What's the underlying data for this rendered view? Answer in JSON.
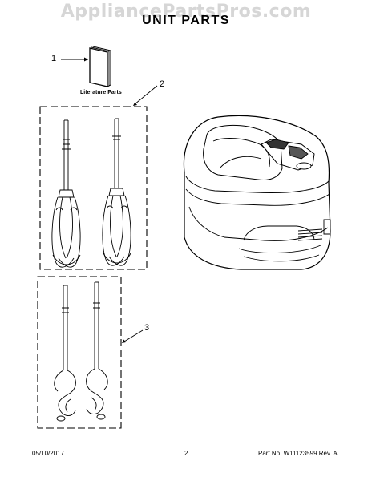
{
  "watermark": "AppliancePartsPros.com",
  "title": "UNIT PARTS",
  "callouts": [
    "1",
    "2",
    "3"
  ],
  "literature_label": "Literature Parts",
  "footer": {
    "date": "05/10/2017",
    "page": "2",
    "part_info": "Part No. W11123599  Rev. A"
  }
}
